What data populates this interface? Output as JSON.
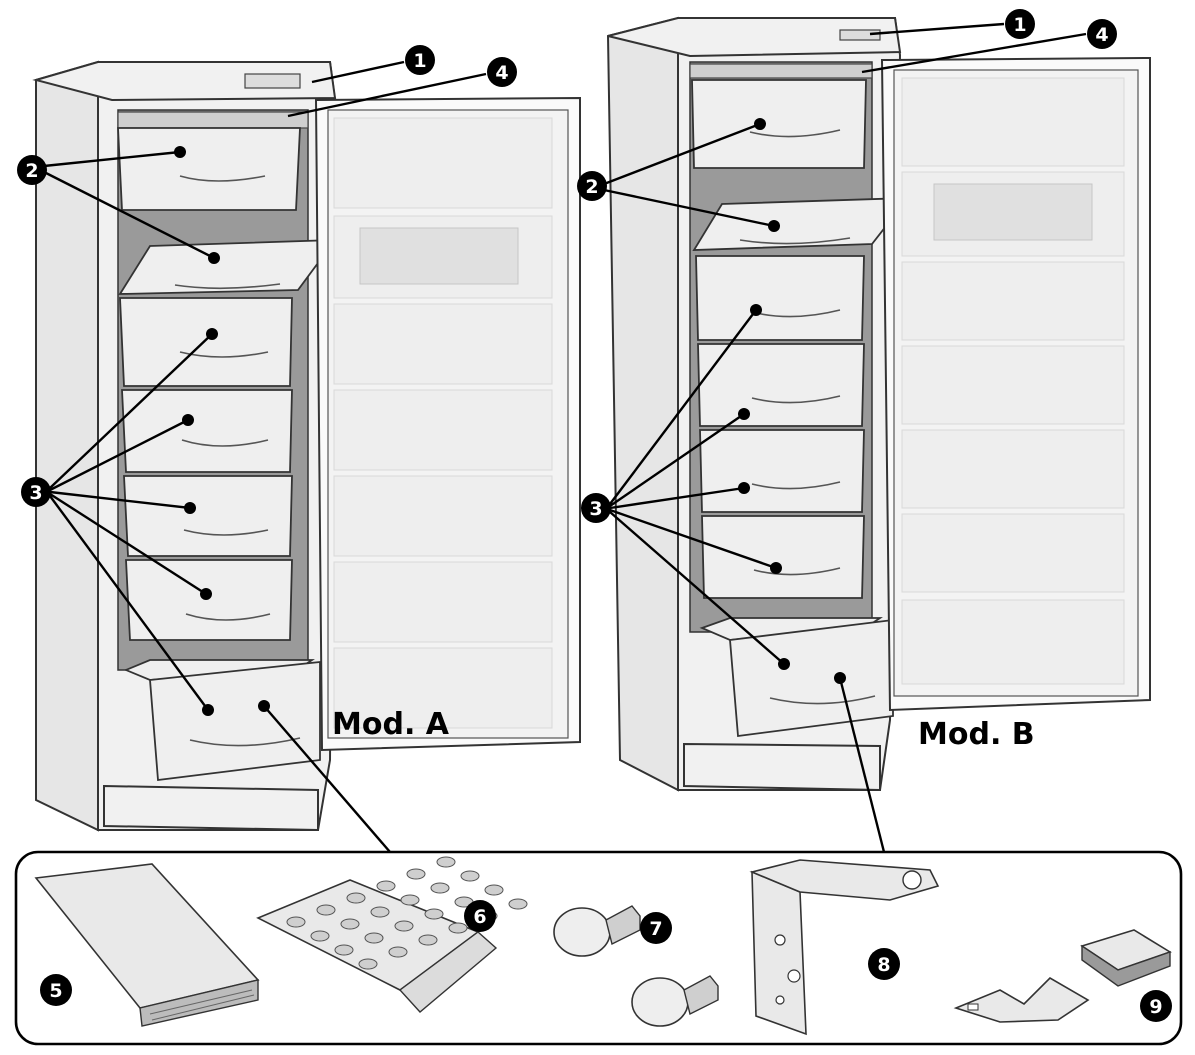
{
  "models": [
    {
      "id": "A",
      "label": "Mod. A"
    },
    {
      "id": "B",
      "label": "Mod. B"
    }
  ],
  "callouts": [
    "1",
    "2",
    "3",
    "4",
    "5",
    "6",
    "7",
    "8",
    "9"
  ],
  "colors": {
    "ink": "#000000",
    "drawing": "#333333",
    "paper": "#ffffff"
  }
}
